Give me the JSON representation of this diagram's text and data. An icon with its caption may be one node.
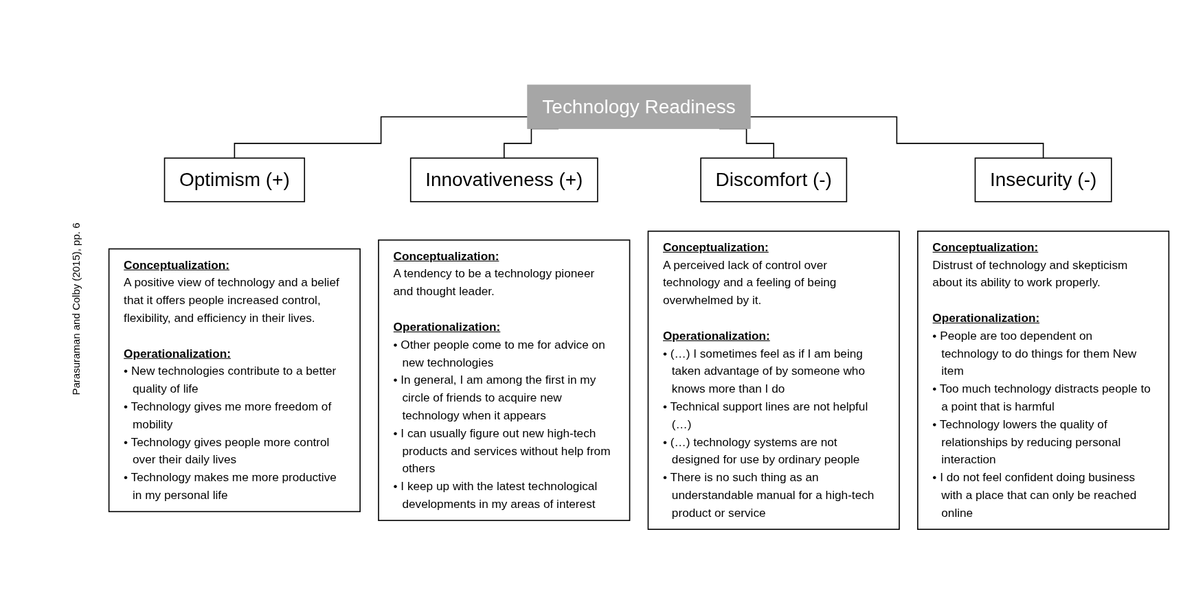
{
  "diagram": {
    "nodes": [
      {
        "text": [
          "Technology Readiness"
        ]
      },
      {
        "text": [
          "Optimism (+)"
        ]
      },
      {
        "text": [
          "Innovativeness (+)"
        ]
      },
      {
        "text": [
          "Discomfort (-)"
        ]
      },
      {
        "text": [
          "Insecurity (-)"
        ]
      },
      {
        "text": [
          "Conceptualization:",
          "A positive view of technology and a belief that it offers people increased control, flexibility, and efficiency in their lives.",
          "Operationalization:",
          "• New technologies contribute to a better quality of life",
          "• Technology gives me more freedom of mobility",
          "• Technology gives people more control over their daily lives",
          "• Technology makes me more productive in my personal life"
        ]
      },
      {
        "text": [
          "Conceptualization:",
          "A tendency to be a technology pioneer and thought leader.",
          "Operationalization:",
          "• Other people come to me for advice on new technologies",
          "• In general, I am among the first in my circle of friends to acquire new technology when it appears",
          "• I can usually figure out new high-tech products and services without help from others",
          "• I keep up with the latest technological developments in my areas of interest"
        ]
      },
      {
        "text": [
          "Conceptualization:",
          "A perceived lack of control over technology and a feeling of being overwhelmed by it.",
          "Operationalization:",
          "• (…) I sometimes feel as if I am being taken advantage of by someone who knows more than I do",
          "• Technical support lines are not helpful (…)",
          "• (…) technology systems are not designed for use by ordinary people",
          "• There is no such thing as an understandable manual for a high-tech product or service"
        ]
      },
      {
        "text": [
          "Conceptualization:",
          "Distrust of technology and skepticism about its ability to work properly.",
          "Operationalization:",
          "• People are too dependent on technology to do things for them New item",
          "• Too much technology distracts people to a point that is harmful",
          "• Technology lowers the quality of relationships by reducing personal interaction",
          "• I do not feel confident doing business with a place that can only be reached online"
        ]
      }
    ],
    "edges": [
      {
        "from": 0,
        "to": 1,
        "arrow": "none"
      },
      {
        "from": 0,
        "to": 2,
        "arrow": "none"
      },
      {
        "from": 0,
        "to": 3,
        "arrow": "none"
      },
      {
        "from": 0,
        "to": 4,
        "arrow": "none"
      }
    ],
    "labels": [
      "Parasuraman and Colby (2015), pp. 6"
    ]
  }
}
